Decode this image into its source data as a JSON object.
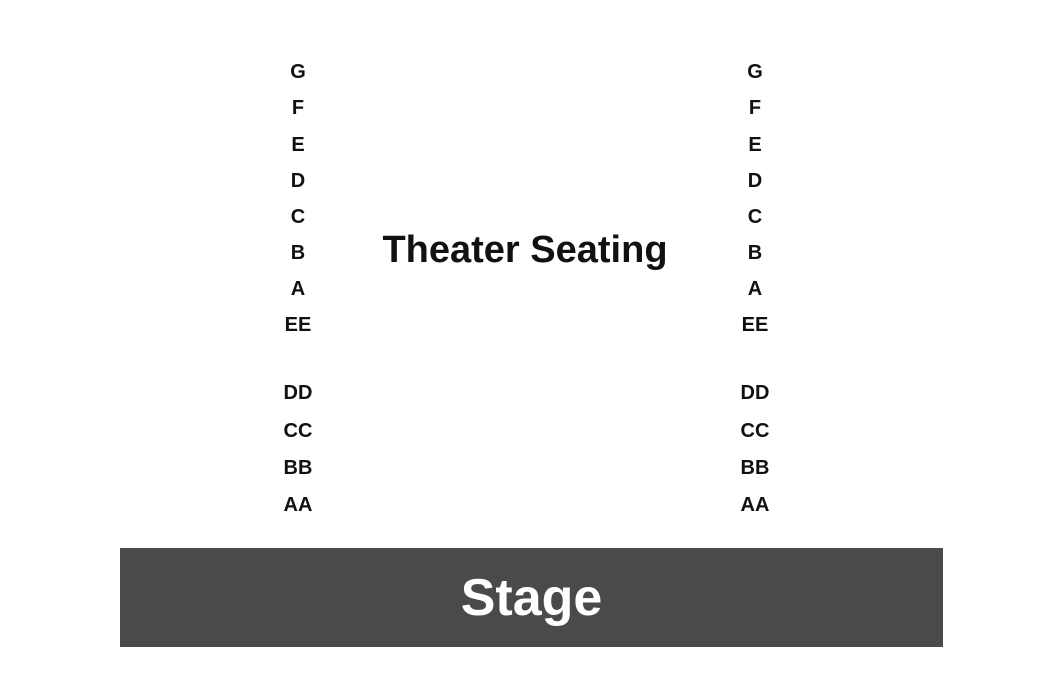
{
  "title": "Theater Seating",
  "stage": {
    "label": "Stage",
    "color": "#4a4a4a",
    "text_color": "#ffffff"
  },
  "rows": [
    "G",
    "F",
    "E",
    "D",
    "C",
    "B",
    "A",
    "EE",
    "DD",
    "CC",
    "BB",
    "AA"
  ],
  "sections": [
    "left",
    "right"
  ]
}
